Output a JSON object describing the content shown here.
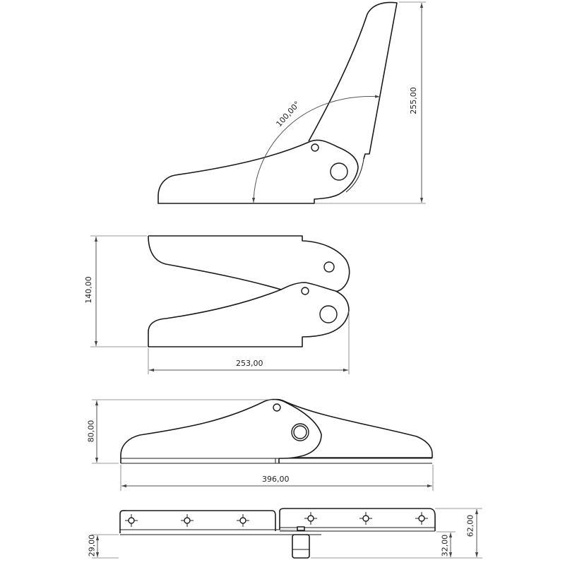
{
  "drawing": {
    "subject": "folding seat hinge technical drawing",
    "line_color": "#1a1a1a",
    "dimension_color": "#555555",
    "views": [
      {
        "id": "side-view-open",
        "dimensions": {
          "angle": "100,00°",
          "height": "255,00"
        }
      },
      {
        "id": "side-view-folded",
        "dimensions": {
          "height": "140,00",
          "length": "253,00"
        }
      },
      {
        "id": "side-view-flat",
        "dimensions": {
          "height": "80,00",
          "length": "396,00"
        }
      },
      {
        "id": "top-view",
        "dimensions": {
          "left_offset": "29,00",
          "right_offset": "32,00",
          "total_height": "62,00"
        }
      }
    ]
  }
}
